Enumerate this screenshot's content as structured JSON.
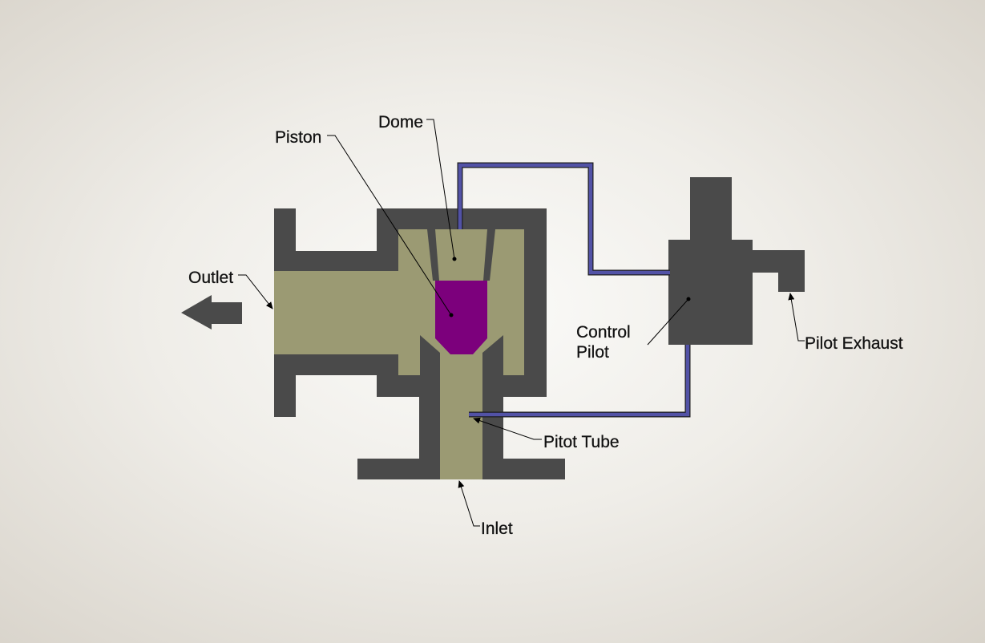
{
  "labels": {
    "dome": "Dome",
    "piston": "Piston",
    "outlet": "Outlet",
    "control_line1": "Control",
    "control_line2": "Pilot",
    "pilot_exhaust": "Pilot Exhaust",
    "pitot_tube": "Pitot Tube",
    "inlet": "Inlet"
  },
  "colors": {
    "body": "#4a4a4a",
    "fluid": "#9b9a73",
    "piston": "#7c007c",
    "tube": "#5252a6"
  }
}
